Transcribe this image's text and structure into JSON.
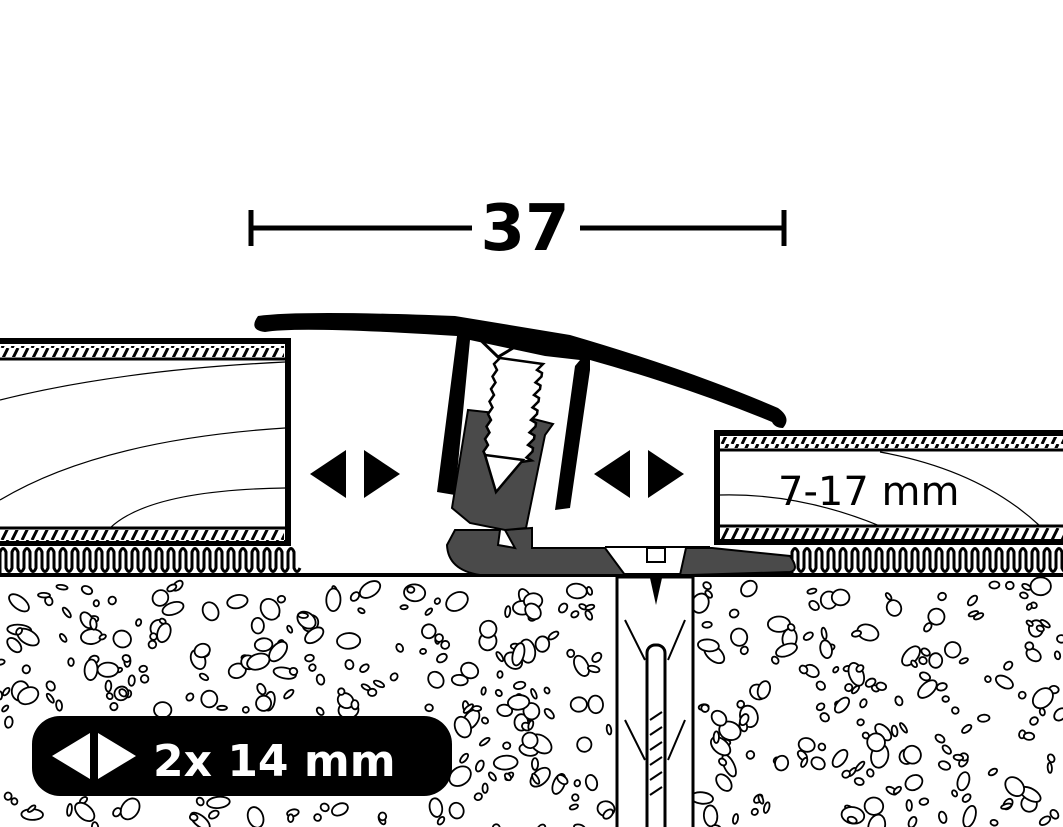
{
  "diagram": {
    "width_dimension": "37",
    "floor_thickness_label": "7-17 mm",
    "adjustment_badge": "2x 14 mm"
  },
  "colors": {
    "line": "#000000",
    "anchor_grey": "#4a4a4a",
    "background": "#ffffff"
  }
}
